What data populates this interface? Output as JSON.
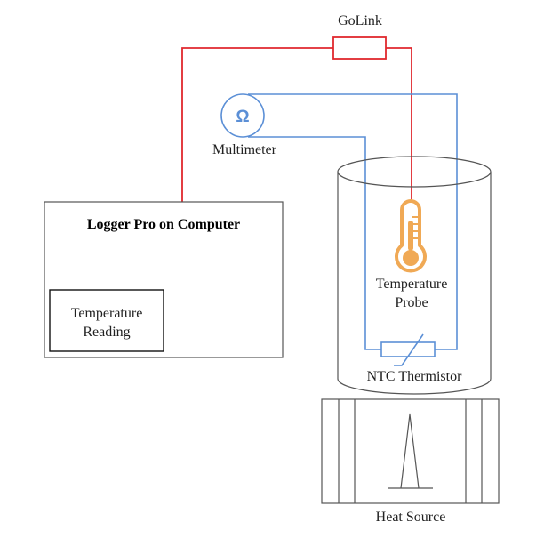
{
  "labels": {
    "golink": "GoLink",
    "ohm_symbol": "Ω",
    "multimeter": "Multimeter",
    "logger": "Logger Pro on Computer",
    "reading_line1": "Temperature",
    "reading_line2": "Reading",
    "probe_line1": "Temperature",
    "probe_line2": "Probe",
    "thermistor": "NTC Thermistor",
    "heat_source": "Heat Source"
  },
  "colors": {
    "red_wire": "#e0282e",
    "blue_wire": "#5b8fd6",
    "outline": "#444444",
    "thermometer": "#f0a955",
    "beaker": "#555555"
  },
  "icons": {
    "multimeter": "ohm-meter-icon",
    "probe": "thermometer-icon",
    "thermistor": "resistor-icon",
    "heater": "flame-icon"
  }
}
